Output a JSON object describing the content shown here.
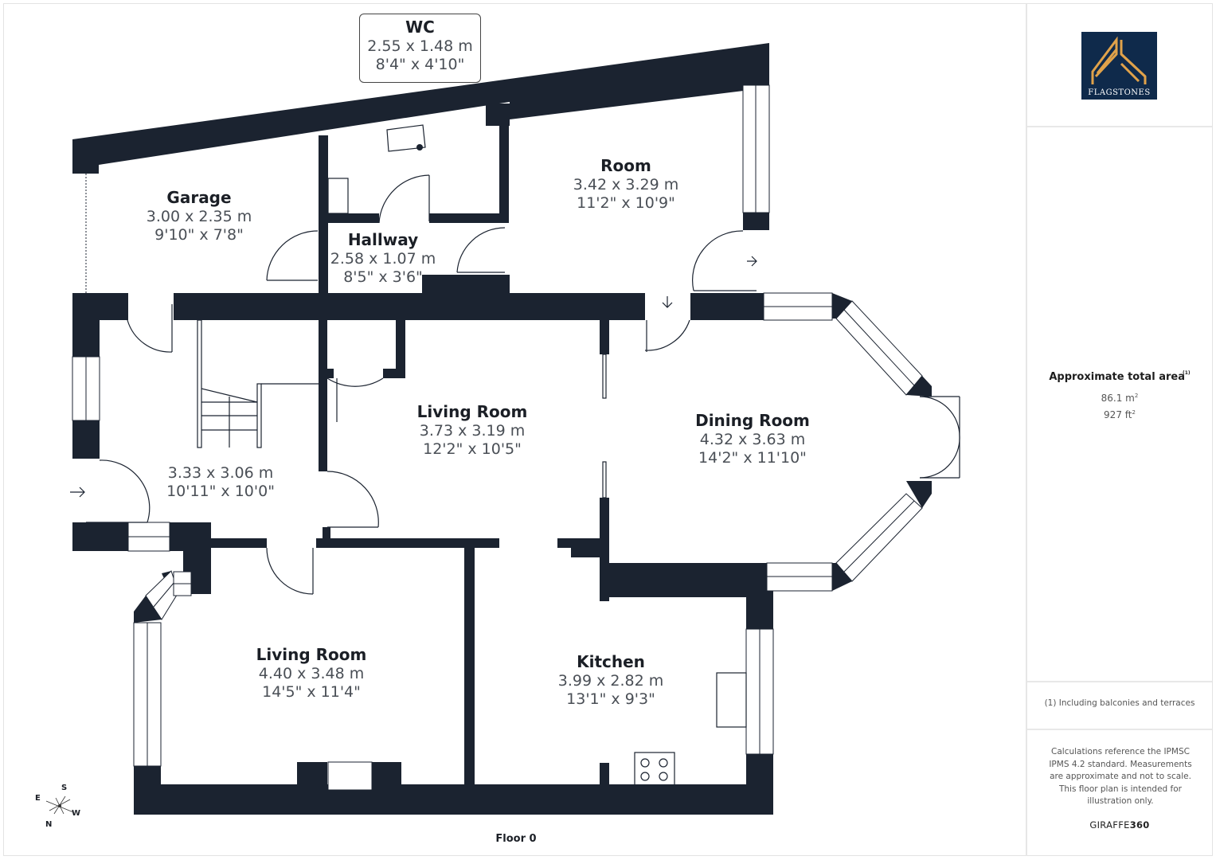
{
  "plan": {
    "floor_label": "Floor 0",
    "wall_color": "#1b2330",
    "rooms": [
      {
        "id": "wc",
        "name": "WC",
        "metric": "2.55 x 1.48 m",
        "imperial": "8'4\" x 4'10\""
      },
      {
        "id": "garage",
        "name": "Garage",
        "metric": "3.00 x 2.35 m",
        "imperial": "9'10\" x 7'8\""
      },
      {
        "id": "hallway",
        "name": "Hallway",
        "metric": "2.58 x 1.07 m",
        "imperial": "8'5\" x 3'6\""
      },
      {
        "id": "room",
        "name": "Room",
        "metric": "3.42 x 3.29 m",
        "imperial": "11'2\" x 10'9\""
      },
      {
        "id": "entrance",
        "name": "",
        "metric": "3.33 x 3.06 m",
        "imperial": "10'11\" x 10'0\""
      },
      {
        "id": "living-room-1",
        "name": "Living Room",
        "metric": "3.73 x 3.19 m",
        "imperial": "12'2\" x 10'5\""
      },
      {
        "id": "dining-room",
        "name": "Dining Room",
        "metric": "4.32 x 3.63 m",
        "imperial": "14'2\" x 11'10\""
      },
      {
        "id": "living-room-2",
        "name": "Living Room",
        "metric": "4.40 x 3.48 m",
        "imperial": "14'5\" x 11'4\""
      },
      {
        "id": "kitchen",
        "name": "Kitchen",
        "metric": "3.99 x 2.82 m",
        "imperial": "13'1\" x 9'3\""
      }
    ],
    "compass": {
      "n": "N",
      "s": "S",
      "e": "E",
      "w": "W"
    }
  },
  "sidebar": {
    "logo": {
      "text": "FLAGSTONES",
      "bg_color": "#0f2a4b",
      "accent_color": "#e0a24a"
    },
    "area": {
      "title": "Approximate total area",
      "footnote_marker": "(1)",
      "metric_value": "86.1 m",
      "metric_unit_sup": "2",
      "imperial_value": "927 ft",
      "imperial_unit_sup": "2"
    },
    "note": "(1) Including balconies and terraces",
    "disclaimer": "Calculations reference the IPMSC IPMS 4.2 standard. Measurements are approximate and not to scale. This floor plan is intended for illustration only.",
    "brand": {
      "prefix": "GIRAFFE",
      "suffix": "360"
    }
  }
}
